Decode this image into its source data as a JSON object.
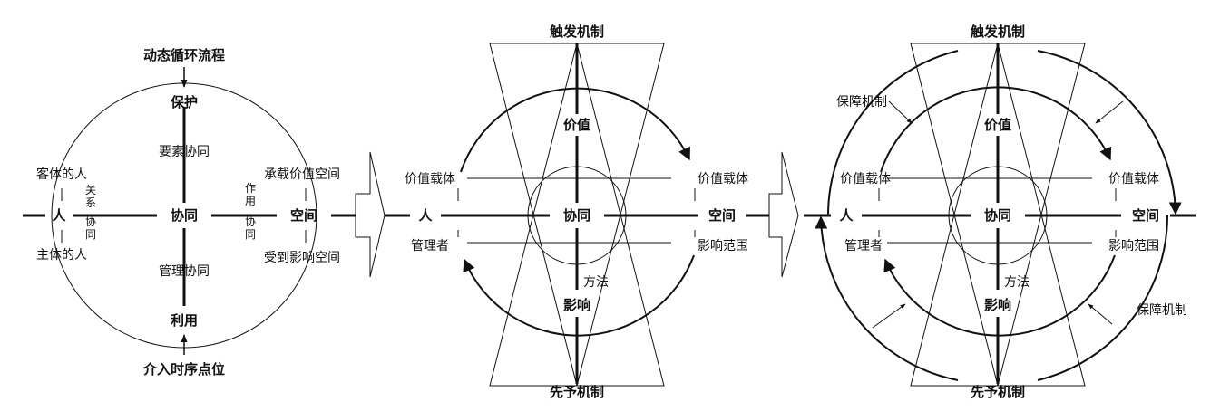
{
  "diagram1": {
    "top": "动态循环流程",
    "bottom": "介入时序点位",
    "protect": "保护",
    "use": "利用",
    "left": "人",
    "center": "协同",
    "right": "空间",
    "element_synergy": "要素协同",
    "management_synergy": "管理协同",
    "object_person": "客体的人",
    "subject_person": "主体的人",
    "relation_synergy": [
      "关",
      "系",
      "协",
      "同"
    ],
    "effect_synergy": [
      "作",
      "用",
      "协",
      "同"
    ],
    "value_space": "承载价值空间",
    "affected_space": "受到影响空间"
  },
  "diagram2": {
    "trigger": "触发机制",
    "preempt": "先予机制",
    "value": "价值",
    "influence": "影响",
    "left": "人",
    "center": "协同",
    "right": "空间",
    "value_carrier_left": "价值载体",
    "manager": "管理者",
    "value_carrier_right": "价值载体",
    "influence_scope": "影响范围",
    "method": "方法"
  },
  "diagram3": {
    "trigger": "触发机制",
    "preempt": "先予机制",
    "value": "价值",
    "influence": "影响",
    "left": "人",
    "center": "协同",
    "right": "空间",
    "value_carrier_left": "价值载体",
    "manager": "管理者",
    "value_carrier_right": "价值载体",
    "influence_scope": "影响范围",
    "method": "方法",
    "guarantee_top": "保障机制",
    "guarantee_bottom": "保障机制"
  }
}
